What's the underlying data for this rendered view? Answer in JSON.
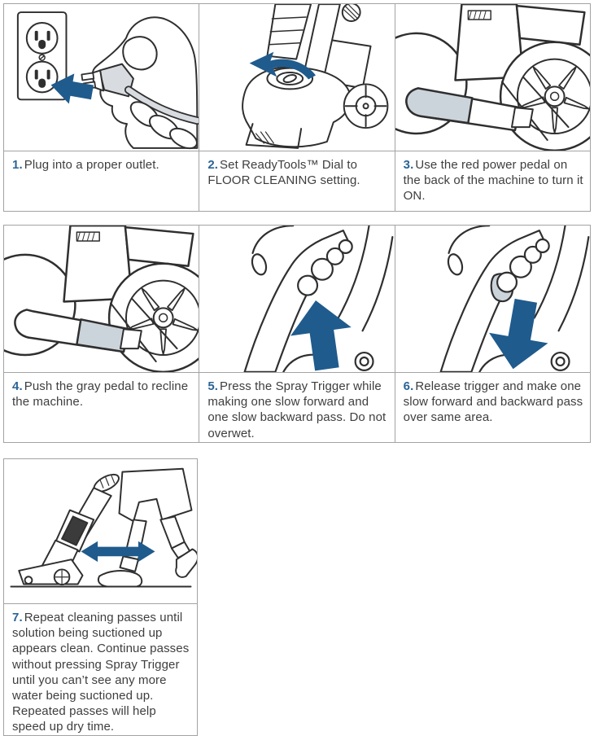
{
  "document": {
    "type": "appliance-instruction-steps"
  },
  "colors": {
    "step_number_blue": "#2b6496",
    "arrow_blue": "#1f5b8d",
    "border_gray": "#a3a3a3",
    "text_gray": "#3e3e3e",
    "highlight_gray": "#ccd4db"
  },
  "steps": [
    {
      "number": "1.",
      "text": "Plug into a proper outlet.",
      "illustration": "hand-plugging-cord-into-wall-outlet"
    },
    {
      "number": "2.",
      "text": "Set ReadyTools™ Dial to FLOOR CLEANING setting.",
      "illustration": "machine-front-with-dial-rotate-arrow"
    },
    {
      "number": "3.",
      "text": "Use the red power pedal on the back of the machine to turn it ON.",
      "illustration": "machine-rear-power-pedal-highlighted"
    },
    {
      "number": "4.",
      "text": "Push the gray pedal to recline the machine.",
      "illustration": "machine-rear-recline-pedal-highlighted"
    },
    {
      "number": "5.",
      "text": "Press the Spray Trigger while making one slow forward and one slow backward pass. Do not overwet.",
      "illustration": "hand-on-handle-spray-trigger-up-arrow"
    },
    {
      "number": "6.",
      "text": "Release trigger and make one slow forward and backward pass over same area.",
      "illustration": "hand-on-handle-trigger-released-down-arrow"
    },
    {
      "number": "7.",
      "text": "Repeat cleaning passes until solution being suctioned up appears clean. Continue passes without pressing Spray Trigger until you can’t see any more water being suctioned up. Repeated passes will help speed up dry time.",
      "illustration": "person-pushing-reclined-machine-back-and-forth"
    }
  ]
}
